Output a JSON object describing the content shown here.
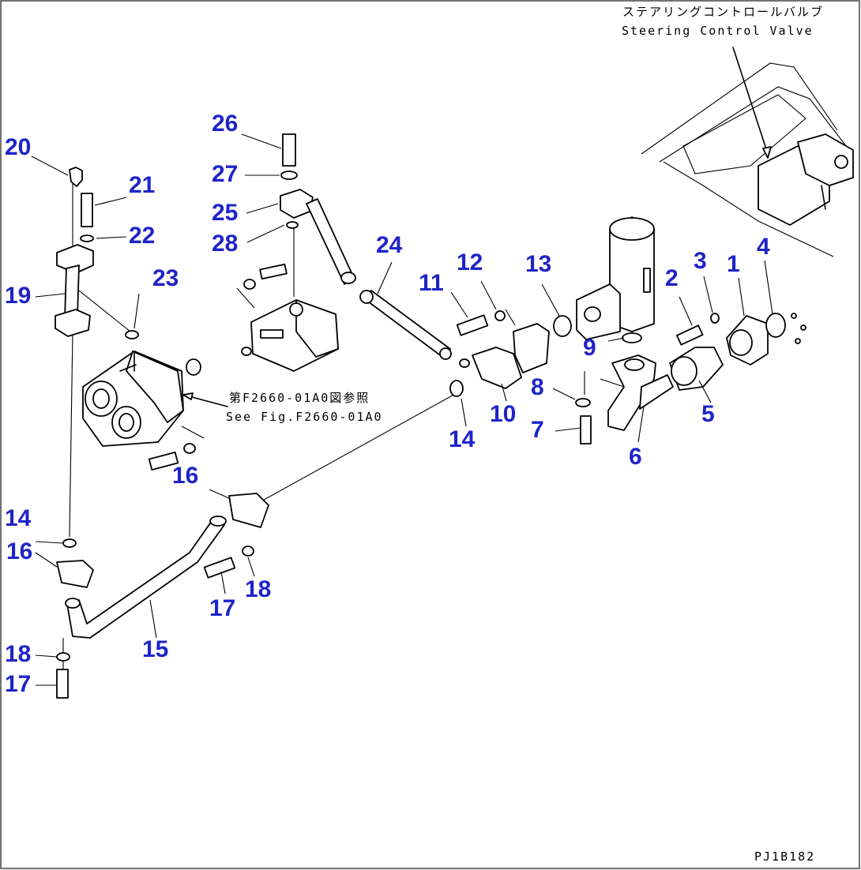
{
  "drawing_code": "PJ1B182",
  "annotations": {
    "steering_valve_jp": "ステアリングコントロールバルブ",
    "steering_valve_en": "Steering Control Valve",
    "see_fig_jp": "第F2660-01A0図参照",
    "see_fig_en": "See Fig.F2660-01A0"
  },
  "callouts": [
    "1",
    "2",
    "3",
    "4",
    "5",
    "6",
    "7",
    "8",
    "9",
    "10",
    "11",
    "12",
    "13",
    "14",
    "14",
    "15",
    "16",
    "16",
    "17",
    "17",
    "18",
    "18",
    "19",
    "20",
    "21",
    "22",
    "23",
    "24",
    "25",
    "26",
    "27",
    "28"
  ],
  "colors": {
    "callout": "#1f24c8",
    "line": "#000000",
    "background": "#ffffff"
  }
}
